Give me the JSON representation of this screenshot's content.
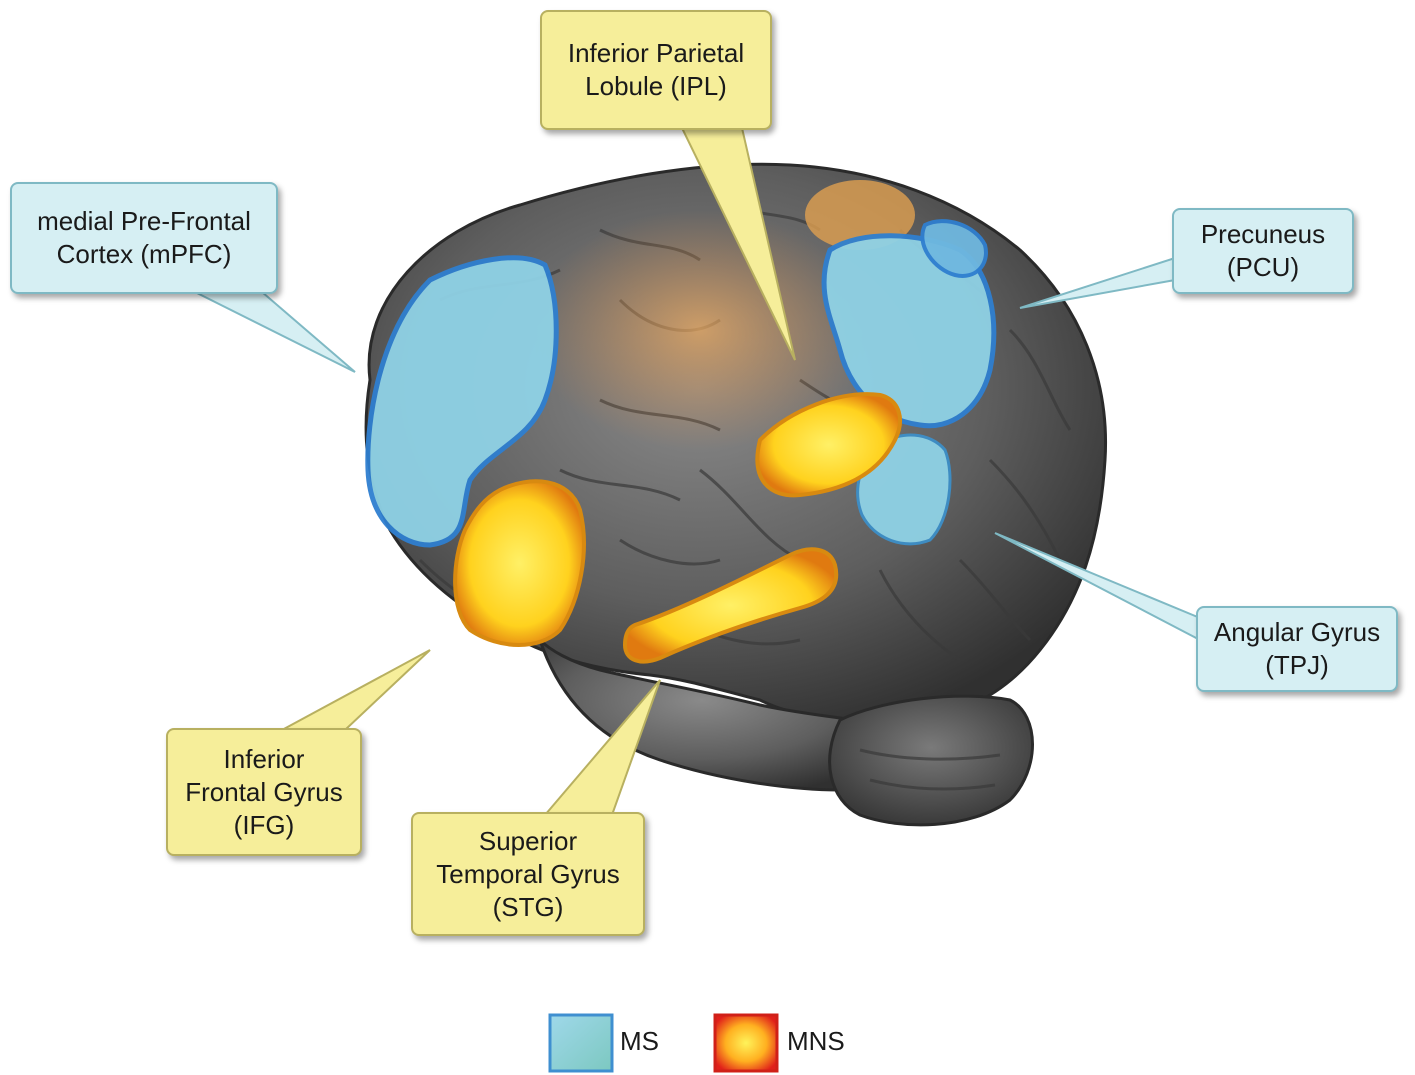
{
  "labels": {
    "mpfc": "medial Pre-Frontal\nCortex (mPFC)",
    "ipl": "Inferior Parietal\nLobule (IPL)",
    "pcu": "Precuneus\n(PCU)",
    "angular": "Angular Gyrus\n(TPJ)",
    "ifg": "Inferior\nFrontal Gyrus\n(IFG)",
    "stg": "Superior\nTemporal Gyrus\n(STG)"
  },
  "legend": {
    "ms_label": "MS",
    "mns_label": "MNS"
  },
  "colors": {
    "ms_region": "#8fd2e6",
    "ms_edge": "#2f7fd0",
    "mns_region": "#ffe23a",
    "mns_edge": "#e08a10",
    "brain": "#6e6e6e",
    "ms_callout": "#d6eff3",
    "mns_callout": "#f6ee9a"
  }
}
